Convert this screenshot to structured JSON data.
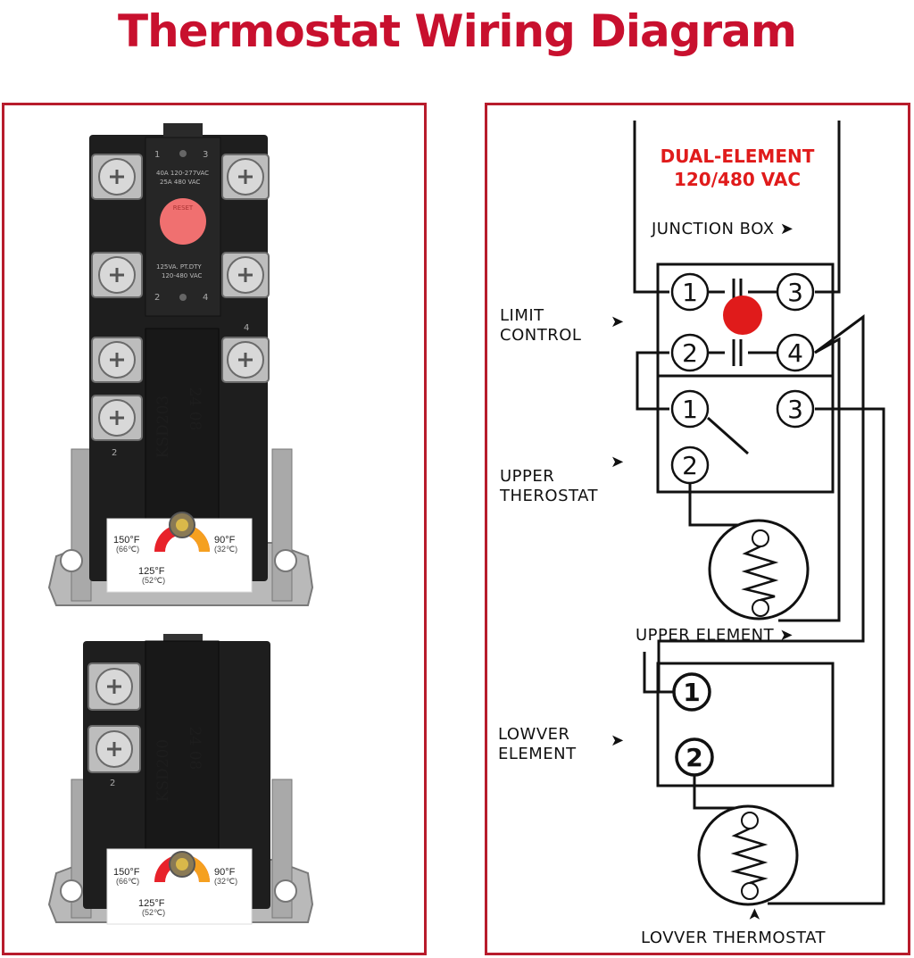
{
  "title": "Thermostat Wiring Diagram",
  "colors": {
    "title_red": "#c8102e",
    "frame_red": "#b81c2c",
    "diagram_red": "#e01b1b",
    "reset_button": "#f07070",
    "device_body": "#1e1e1e"
  },
  "upper_device": {
    "model": "KSD203",
    "code": "24 08",
    "rating_top_1": "40A 120-277VAC",
    "rating_top_2": "25A 480 VAC",
    "rating_bottom_1": "125VA. PT.DTY",
    "rating_bottom_2": "120-480 VAC",
    "reset_label": "RESET",
    "terminal_numbers": [
      "1",
      "3",
      "2",
      "4",
      "4",
      "2"
    ],
    "dial": {
      "high_f": "150°F",
      "high_c": "(66℃)",
      "mid_f": "125°F",
      "mid_c": "(52℃)",
      "low_f": "90°F",
      "low_c": "(32℃)"
    }
  },
  "lower_device": {
    "model": "KSD200",
    "code": "24 08",
    "terminal_numbers": [
      "2"
    ],
    "dial": {
      "high_f": "150°F",
      "high_c": "(66℃)",
      "mid_f": "125°F",
      "mid_c": "(52℃)",
      "low_f": "90°F",
      "low_c": "(32℃)"
    }
  },
  "diagram": {
    "heading_1": "DUAL-ELEMENT",
    "heading_2": "120/480 VAC",
    "junction_box": "JUNCTION BOX ➤",
    "limit_control_1": "LIMIT",
    "limit_control_2": "CONTROL",
    "upper_thermostat_1": "UPPER",
    "upper_thermostat_2": "THEROSTAT",
    "upper_element": "UPPER ELEMENT ➤",
    "lower_element_1": "LOWVER",
    "lower_element_2": "ELEMENT",
    "lower_thermostat": "LOVVER THERMOSTAT",
    "arrow_right": "➤",
    "arrow_up": "➤",
    "terminals": {
      "limit_1": "1",
      "limit_3": "3",
      "limit_2": "2",
      "limit_4": "4",
      "upper_1": "1",
      "upper_3": "3",
      "upper_2": "2",
      "lower_1": "1",
      "lower_2": "2"
    }
  }
}
